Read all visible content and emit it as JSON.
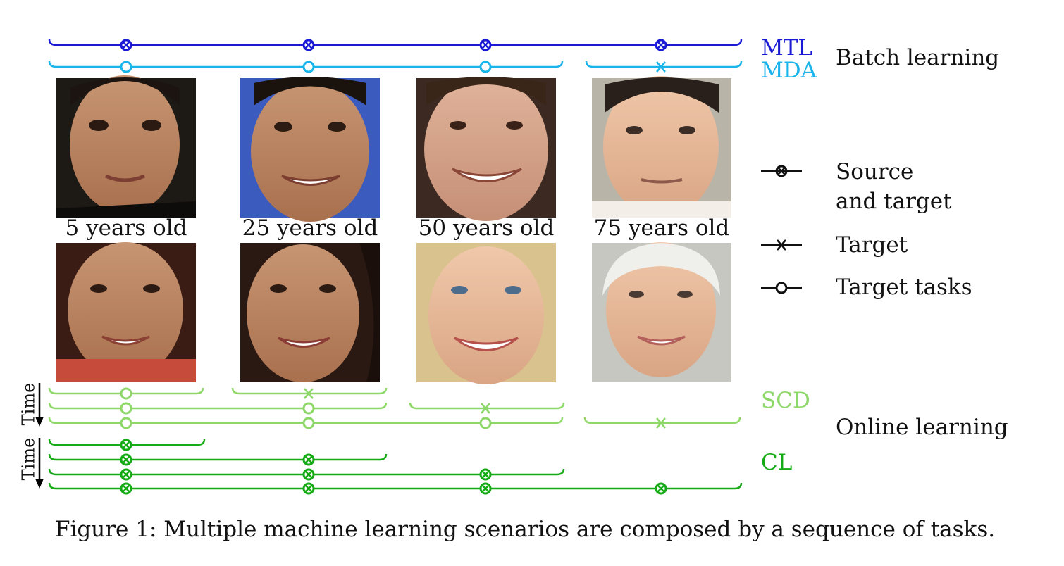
{
  "labels": {
    "mtl": "MTL",
    "mda": "MDA",
    "batch_learning": "Batch learning",
    "scd": "SCD",
    "cl": "CL",
    "online_learning": "Online learning",
    "time_top": "Time",
    "time_bottom": "Time"
  },
  "ages": [
    "5 years old",
    "25 years old",
    "50 years old",
    "75 years old"
  ],
  "legend": [
    {
      "marker": "source-and-target",
      "line1": "Source",
      "line2": "and target"
    },
    {
      "marker": "target",
      "line1": "Target"
    },
    {
      "marker": "target-tasks",
      "line1": "Target tasks"
    }
  ],
  "caption": "Figure 1: Multiple machine learning scenarios are composed by a sequence of tasks.",
  "colors": {
    "mtl": "#1a1ad6",
    "mda": "#18b4ea",
    "scd": "#8ed86a",
    "cl": "#16ab16",
    "legend": "#111111"
  },
  "photos": {
    "top_row": [
      "boy-5-photo",
      "man-25-photo",
      "man-50-photo",
      "man-75-photo"
    ],
    "bottom_row": [
      "girl-5-photo",
      "woman-25-photo",
      "woman-50-photo",
      "woman-75-photo"
    ]
  }
}
